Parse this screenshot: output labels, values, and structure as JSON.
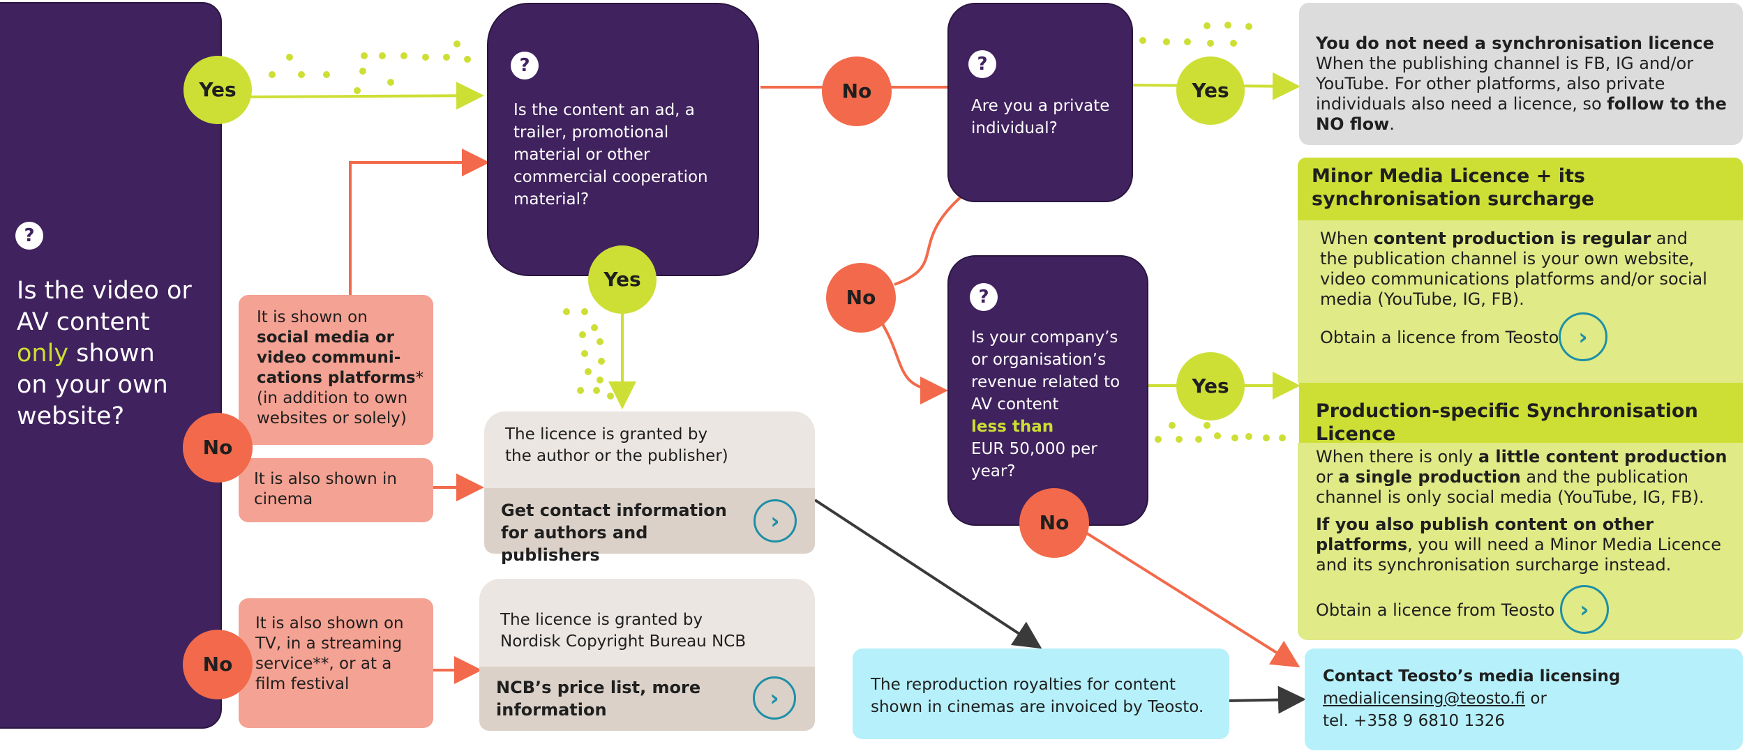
{
  "question_icon": "question-mark-icon",
  "q1": {
    "line1": "Is the video or",
    "line2": "AV content",
    "only": "only",
    "after_only": " shown",
    "line4": "on your own",
    "line5": "website?"
  },
  "q2": {
    "text": "Is the content an ad, a trailer, promotional material or other commercial cooperation material?"
  },
  "q3": {
    "text": "Are you a private individual?"
  },
  "q4": {
    "line1": "Is your company’s or organisation’s revenue related to AV content",
    "highlight": "less than",
    "line2": "EUR 50,000 per year?"
  },
  "labels": {
    "yes": "Yes",
    "no": "No"
  },
  "social": {
    "prefix": "It is shown on",
    "bold": "social media or video communi-cations platforms",
    "asterisk": "*",
    "suffix": "(in addition to own websites or solely)"
  },
  "cinema": {
    "text": "It is also shown in cinema"
  },
  "tv": {
    "text": "It is also shown on TV,  in a streaming service**, or at a film festival"
  },
  "author_box": {
    "text": "The licence is granted by the author or the publisher)",
    "link": "Get contact information for authors and publishers"
  },
  "ncb_box": {
    "text": "The licence is granted by Nordisk Copyright Bureau NCB",
    "link": "NCB’s price list, more information"
  },
  "no_licence": {
    "title": "You do not need a synchronisation licence",
    "text": "When the publishing channel is FB, IG and/or YouTube.  For other platforms, also private individuals also need a licence, so",
    "bold": "follow to the NO flow",
    "end": "."
  },
  "minor": {
    "title": "Minor Media Licence + its synchronisation surcharge",
    "p_pre": "When",
    "p_bold": "content production is regular",
    "p_post": "and the publication channel is your own website, video communications platforms and/or social media (YouTube, IG, FB).",
    "link": "Obtain a licence from Teosto"
  },
  "production": {
    "title": "Production-specific Synchronisation Licence",
    "p1_pre": "When there is only",
    "p1_bold1": "a little content production",
    "p1_mid": "or",
    "p1_bold2": "a single production",
    "p1_post": "and the publication channel is only social media (YouTube, IG, FB).",
    "p2_bold": "If you also publish content on other platforms",
    "p2_post": ", you will need a Minor Media Licence and its synchronisation surcharge instead.",
    "link": "Obtain a licence from Teosto"
  },
  "royalties": {
    "text": "The reproduction royalties for content shown in cinemas are invoiced by Teosto."
  },
  "contact": {
    "title": "Contact Teosto’s media licensing",
    "email": "medialicensing@teosto.fi",
    "or": "or",
    "tel": "tel. +358 9 6810 1326"
  },
  "chevron_icon": "chevron-right-icon",
  "colors": {
    "purple": "#40225e",
    "yes_green": "#cddf35",
    "no_orange": "#f26a4b",
    "salmon": "#f4a293",
    "cyan": "#b6f1fb",
    "teal": "#1d8fa6",
    "light_green": "#e0ea87",
    "grey": "#dcdcdc"
  }
}
